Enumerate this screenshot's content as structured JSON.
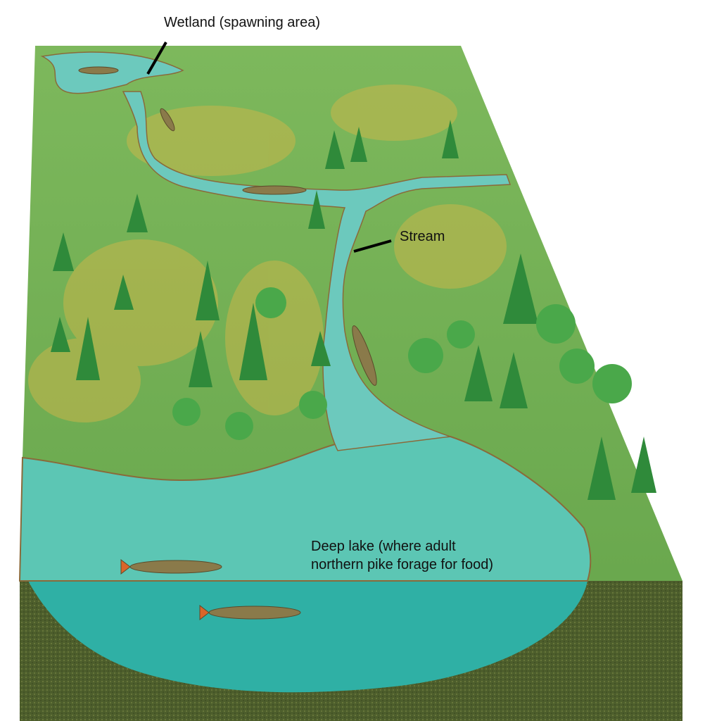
{
  "labels": {
    "wetland": "Wetland (spawning area)",
    "stream": "Stream",
    "lake_line1": "Deep lake (where adult",
    "lake_line2": "northern pike forage for food)"
  },
  "colors": {
    "land": "#7fb55a",
    "grass": "#c9b64a",
    "water": "#5cc6b4",
    "water_deep": "#2fb0a5",
    "soil": "#4a5a2a",
    "tree": "#2f8a3a",
    "shore": "#8a6a3a"
  }
}
